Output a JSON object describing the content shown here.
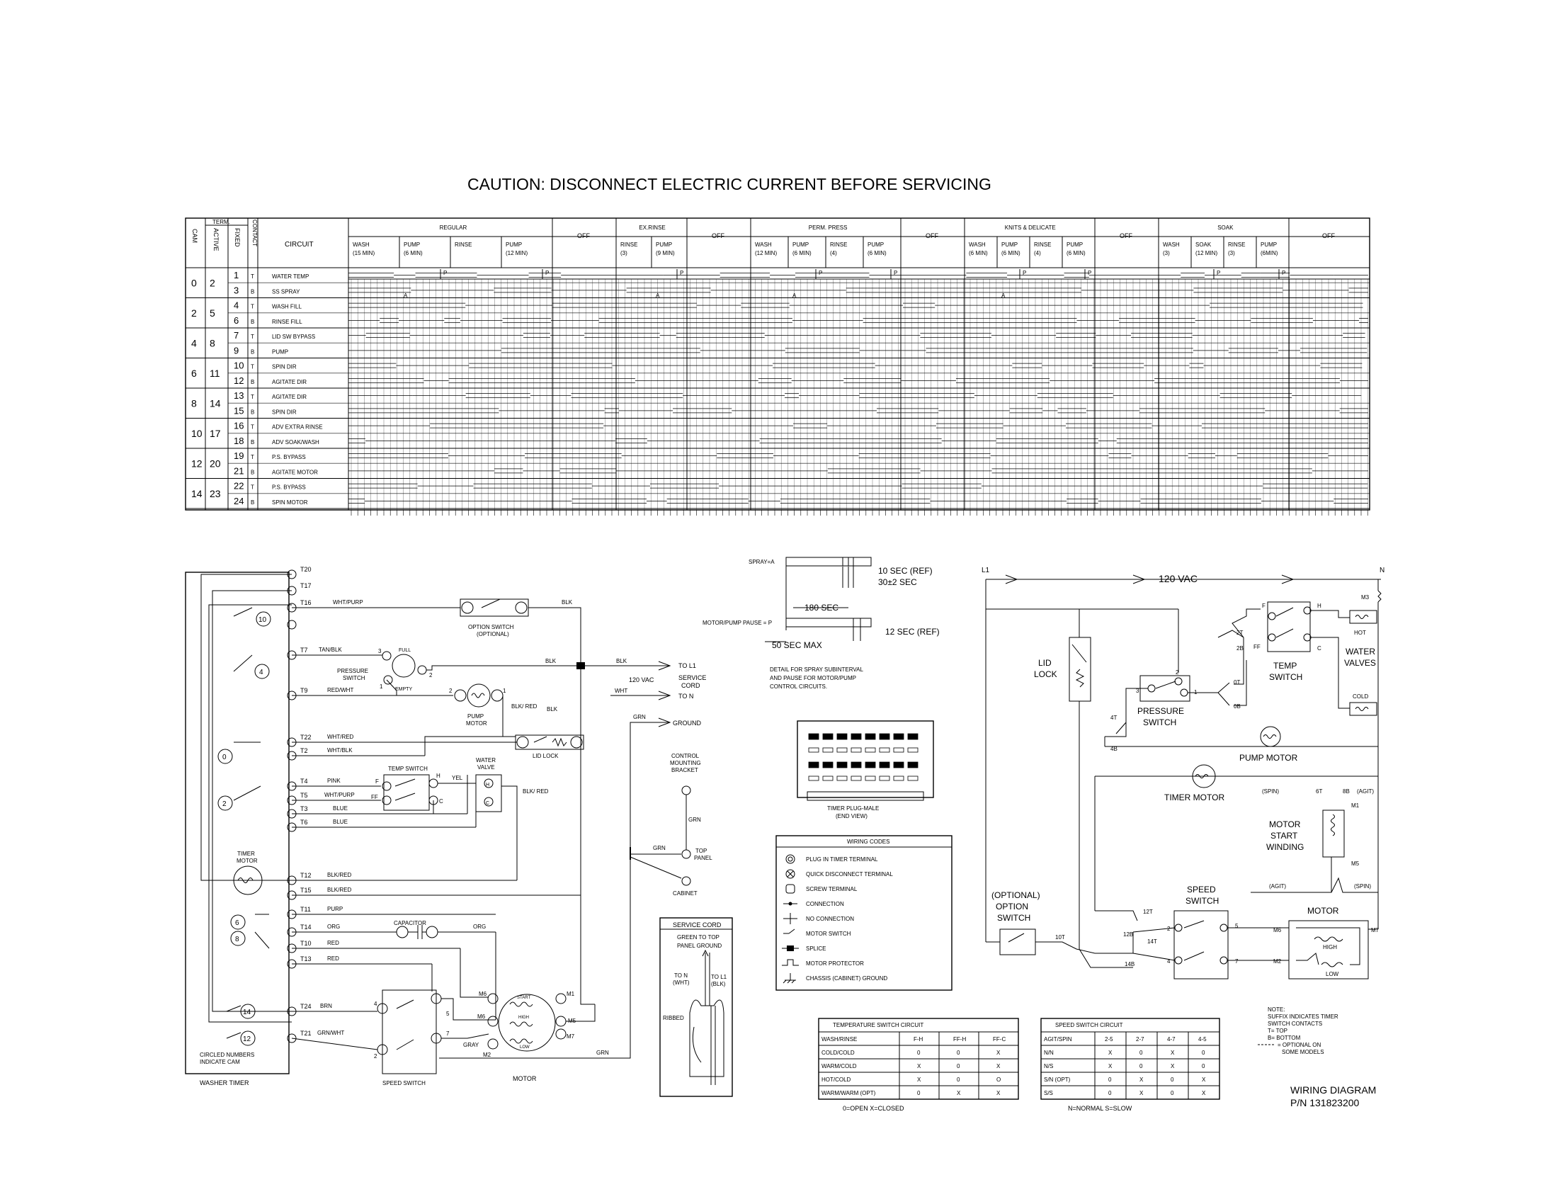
{
  "caution": "CAUTION: DISCONNECT ELECTRIC CURRENT BEFORE SERVICING",
  "chart": {
    "hdr_cam": "CAM",
    "hdr_term": "TERM.",
    "hdr_active": "ACTIVE",
    "hdr_fixed": "FIXED",
    "hdr_contact": "CONTACT",
    "hdr_circuit": "CIRCUIT",
    "rows": [
      {
        "cam": "0",
        "active": "2",
        "terms": [
          {
            "fixed": "1",
            "contact": "T",
            "circuit": "WATER TEMP"
          },
          {
            "fixed": "3",
            "contact": "B",
            "circuit": "SS SPRAY"
          }
        ]
      },
      {
        "cam": "2",
        "active": "5",
        "terms": [
          {
            "fixed": "4",
            "contact": "T",
            "circuit": "WASH FILL"
          },
          {
            "fixed": "6",
            "contact": "B",
            "circuit": "RINSE FILL"
          }
        ]
      },
      {
        "cam": "4",
        "active": "8",
        "terms": [
          {
            "fixed": "7",
            "contact": "T",
            "circuit": "LID SW BYPASS"
          },
          {
            "fixed": "9",
            "contact": "B",
            "circuit": "PUMP"
          }
        ]
      },
      {
        "cam": "6",
        "active": "11",
        "terms": [
          {
            "fixed": "10",
            "contact": "T",
            "circuit": "SPIN DIR"
          },
          {
            "fixed": "12",
            "contact": "B",
            "circuit": "AGITATE DIR"
          }
        ]
      },
      {
        "cam": "8",
        "active": "14",
        "terms": [
          {
            "fixed": "13",
            "contact": "T",
            "circuit": "AGITATE DIR"
          },
          {
            "fixed": "15",
            "contact": "B",
            "circuit": "SPIN DIR"
          }
        ]
      },
      {
        "cam": "10",
        "active": "17",
        "terms": [
          {
            "fixed": "16",
            "contact": "T",
            "circuit": "ADV EXTRA RINSE"
          },
          {
            "fixed": "18",
            "contact": "B",
            "circuit": "ADV SOAK/WASH"
          }
        ]
      },
      {
        "cam": "12",
        "active": "20",
        "terms": [
          {
            "fixed": "19",
            "contact": "T",
            "circuit": "P.S. BYPASS"
          },
          {
            "fixed": "21",
            "contact": "B",
            "circuit": "AGITATE MOTOR"
          }
        ]
      },
      {
        "cam": "14",
        "active": "23",
        "terms": [
          {
            "fixed": "22",
            "contact": "T",
            "circuit": "P.S. BYPASS"
          },
          {
            "fixed": "24",
            "contact": "B",
            "circuit": "SPIN MOTOR"
          }
        ]
      }
    ],
    "cycles": [
      {
        "name": "REGULAR",
        "subs": [
          "WASH (15 MIN)",
          "PUMP (6 MIN)",
          "RINSE",
          "PUMP (12 MIN)"
        ]
      },
      {
        "name": "OFF",
        "subs": []
      },
      {
        "name": "EX.RINSE",
        "subs": [
          "RINSE (3)",
          "PUMP (9 MIN)"
        ]
      },
      {
        "name": "OFF",
        "subs": []
      },
      {
        "name": "PERM. PRESS",
        "subs": [
          "WASH (12 MIN)",
          "PUMP (6 MIN)",
          "RINSE (4)",
          "PUMP (6 MIN)"
        ]
      },
      {
        "name": "OFF",
        "subs": []
      },
      {
        "name": "KNITS & DELICATE",
        "subs": [
          "WASH (6 MIN)",
          "PUMP (6 MIN)",
          "RINSE (4)",
          "PUMP (6 MIN)"
        ]
      },
      {
        "name": "OFF",
        "subs": []
      },
      {
        "name": "SOAK",
        "subs": [
          "WASH (3)",
          "SOAK (12 MIN)",
          "RINSE (3)",
          "PUMP (6MIN)"
        ]
      },
      {
        "name": "OFF",
        "subs": []
      }
    ],
    "p_mark": "P",
    "a_mark": "A"
  },
  "detail": {
    "spray": "SPRAY=A",
    "ten_sec": "10 SEC (REF)",
    "thirty_sec": "30±2 SEC",
    "one_eighty": "180 SEC",
    "motor_pause": "MOTOR/PUMP PAUSE = P",
    "twelve_sec": "12 SEC (REF)",
    "fifty_sec": "50 SEC MAX",
    "note1": "DETAIL FOR SPRAY SUBINTERVAL",
    "note2": "AND PAUSE FOR MOTOR/PUMP",
    "note3": "CONTROL CIRCUITS.",
    "plug_label1": "TIMER PLUG-MALE",
    "plug_label2": "(END VIEW)"
  },
  "left_schematic": {
    "terminals": [
      "T20",
      "T17",
      "T16",
      "T7",
      "T9",
      "T22",
      "T2",
      "T4",
      "T5",
      "T3",
      "T6",
      "T12",
      "T15",
      "T11",
      "T14",
      "T10",
      "T13",
      "T24",
      "T21"
    ],
    "cams": [
      "10",
      "4",
      "0",
      "2",
      "6",
      "8",
      "14",
      "12"
    ],
    "wires": {
      "whtpurp": "WHT/PURP",
      "tanblk": "TAN/BLK",
      "redwht": "RED/WHT",
      "whtred": "WHT/RED",
      "whtblk": "WHT/BLK",
      "pink": "PINK",
      "whtpurp2": "WHT/PURP",
      "blue": "BLUE",
      "blue2": "BLUE",
      "blkred": "BLK/RED",
      "blkred2": "BLK/RED",
      "purp": "PURP",
      "org": "ORG",
      "red": "RED",
      "red2": "RED",
      "brn": "BRN",
      "grnwht": "GRN/WHT",
      "blk1": "BLK",
      "blk2": "BLK",
      "blk3": "BLK",
      "blk4": "BLK",
      "blkred3": "BLK/ RED",
      "blkred4": "BLK/ RED",
      "yel": "YEL",
      "gray": "GRAY",
      "grn": "GRN",
      "grn2": "GRN",
      "grn3": "GRN",
      "grn4": "GRN",
      "org2": "ORG",
      "wht": "WHT"
    },
    "option_switch": "OPTION SWITCH",
    "option_switch2": "(OPTIONAL)",
    "pressure": "PRESSURE",
    "pressure2": "SWITCH",
    "full": "FULL",
    "empty": "EMPTY",
    "pump_motor": "PUMP",
    "pump_motor2": "MOTOR",
    "lid_lock": "LID LOCK",
    "temp_switch": "TEMP SWITCH",
    "water_valve": "WATER",
    "water_valve2": "VALVE",
    "timer_motor": "TIMER",
    "timer_motor2": "MOTOR",
    "capacitor": "CAPACITOR",
    "speed_switch": "SPEED SWITCH",
    "motor": "MOTOR",
    "start": "START",
    "high": "HIGH",
    "low": "LOW",
    "circled1": "CIRCLED NUMBERS",
    "circled2": "INDICATE CAM",
    "washer_timer": "WASHER TIMER",
    "to_l1": "TO L1",
    "service_cord": "SERVICE",
    "service_cord2": "CORD",
    "vac120": "120 VAC",
    "to_n": "TO N",
    "ground": "GROUND",
    "control_bracket1": "CONTROL",
    "control_bracket2": "MOUNTING",
    "control_bracket3": "BRACKET",
    "top_panel": "TOP",
    "top_panel2": "PANEL",
    "cabinet": "CABINET",
    "pin_labels": {
      "f": "F",
      "ff": "FF",
      "h": "H",
      "c": "C",
      "h2": "H",
      "c2": "C",
      "n3": "3",
      "n1": "1",
      "n2": "2",
      "m6": "M6",
      "m1": "M1",
      "m6b": "M6",
      "m5": "M5",
      "m7": "M7",
      "m2": "M2",
      "s4": "4",
      "s5": "5",
      "s2": "2",
      "s7": "7",
      "p2": "2",
      "p1": "1"
    }
  },
  "service_cord_box": {
    "title": "SERVICE CORD",
    "line1": "GREEN TO TOP",
    "line2": "PANEL GROUND",
    "to_n": "TO N",
    "to_n2": "(WHT)",
    "to_l1": "TO L1",
    "to_l12": "(BLK)",
    "ribbed": "RIBBED"
  },
  "wiring_codes": {
    "title": "WIRING CODES",
    "items": [
      "PLUG IN TIMER TERMINAL",
      "QUICK DISCONNECT TERMINAL",
      "SCREW TERMINAL",
      "CONNECTION",
      "NO CONNECTION",
      "MOTOR SWITCH",
      "SPLICE",
      "MOTOR PROTECTOR",
      "CHASSIS (CABINET) GROUND"
    ]
  },
  "temp_table": {
    "title": "TEMPERATURE SWITCH CIRCUIT",
    "headers": [
      "WASH/RINSE",
      "F-H",
      "FF-H",
      "FF-C"
    ],
    "rows": [
      [
        "COLD/COLD",
        "0",
        "0",
        "X"
      ],
      [
        "WARM/COLD",
        "X",
        "0",
        "X"
      ],
      [
        "HOT/COLD",
        "X",
        "0",
        "O"
      ],
      [
        "WARM/WARM (OPT)",
        "0",
        "X",
        "X"
      ]
    ],
    "legend": "0=OPEN     X=CLOSED"
  },
  "speed_table": {
    "title": "SPEED SWITCH CIRCUIT",
    "headers": [
      "AGIT/SPIN",
      "2-5",
      "2-7",
      "4-7",
      "4-5"
    ],
    "rows": [
      [
        "N/N",
        "X",
        "0",
        "X",
        "0"
      ],
      [
        "N/S",
        "X",
        "0",
        "X",
        "0"
      ],
      [
        "S/N (OPT)",
        "0",
        "X",
        "0",
        "X"
      ],
      [
        "S/S",
        "0",
        "X",
        "0",
        "X"
      ]
    ],
    "legend": "N=NORMAL    S=SLOW"
  },
  "right_schematic": {
    "l1": "L1",
    "n": "N",
    "vac": "120 VAC",
    "m3": "M3",
    "lid": "LID",
    "lock": "LOCK",
    "pressure": "PRESSURE",
    "switch": "SWITCH",
    "temp": "TEMP",
    "temp2": "SWITCH",
    "water": "WATER",
    "valves": "VALVES",
    "hot": "HOT",
    "cold": "COLD",
    "pump_motor": "PUMP MOTOR",
    "timer_motor": "TIMER MOTOR",
    "motor_start": "MOTOR",
    "motor_start2": "START",
    "motor_start3": "WINDING",
    "spin": "(SPIN)",
    "agit": "(AGIT)",
    "agit2": "(AGIT)",
    "spin2": "(SPIN)",
    "speed": "SPEED",
    "speed2": "SWITCH",
    "motor": "MOTOR",
    "option1": "(OPTIONAL)",
    "option2": "OPTION",
    "option3": "SWITCH",
    "high": "HIGH",
    "low": "LOW",
    "pins": {
      "t2": "2T",
      "b2": "2B",
      "f": "F",
      "ff": "FF",
      "h": "H",
      "c": "C",
      "p2": "2",
      "p3": "3",
      "p1": "1",
      "t0": "0T",
      "b0": "0B",
      "t4": "4T",
      "b4": "4B",
      "t6": "6T",
      "b8": "8B",
      "m1": "M1",
      "m5": "M5",
      "t12": "12T",
      "b12": "12B",
      "t14": "14T",
      "b14": "14B",
      "t10": "10T",
      "s2": "2",
      "s5": "5",
      "s4": "4",
      "s7": "7",
      "m6": "M6",
      "m7": "M7",
      "m2": "M2"
    }
  },
  "note": {
    "l1": "NOTE:",
    "l2": "SUFFIX INDICATES TIMER",
    "l3": "SWITCH CONTACTS",
    "l4": "T= TOP",
    "l5": "B= BOTTOM",
    "l6": "= OPTIONAL ON",
    "l7": "SOME MODELS"
  },
  "footer": {
    "title": "WIRING DIAGRAM",
    "pn": "P/N 131823200"
  }
}
